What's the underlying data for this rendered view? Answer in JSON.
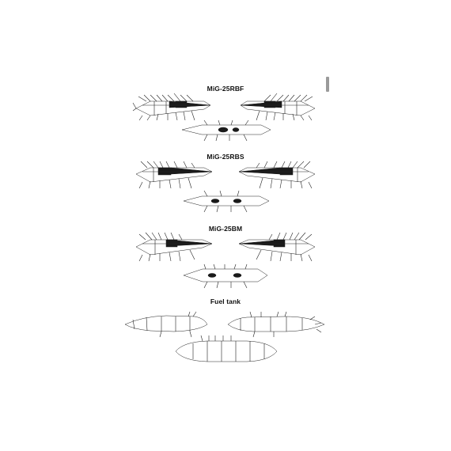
{
  "sections": [
    {
      "title": "MiG-25RBF"
    },
    {
      "title": "MiG-25RBS"
    },
    {
      "title": "MiG-25BM"
    },
    {
      "title": "Fuel tank"
    }
  ],
  "scrollbar": {
    "icon": "scrollbar-thumb"
  }
}
